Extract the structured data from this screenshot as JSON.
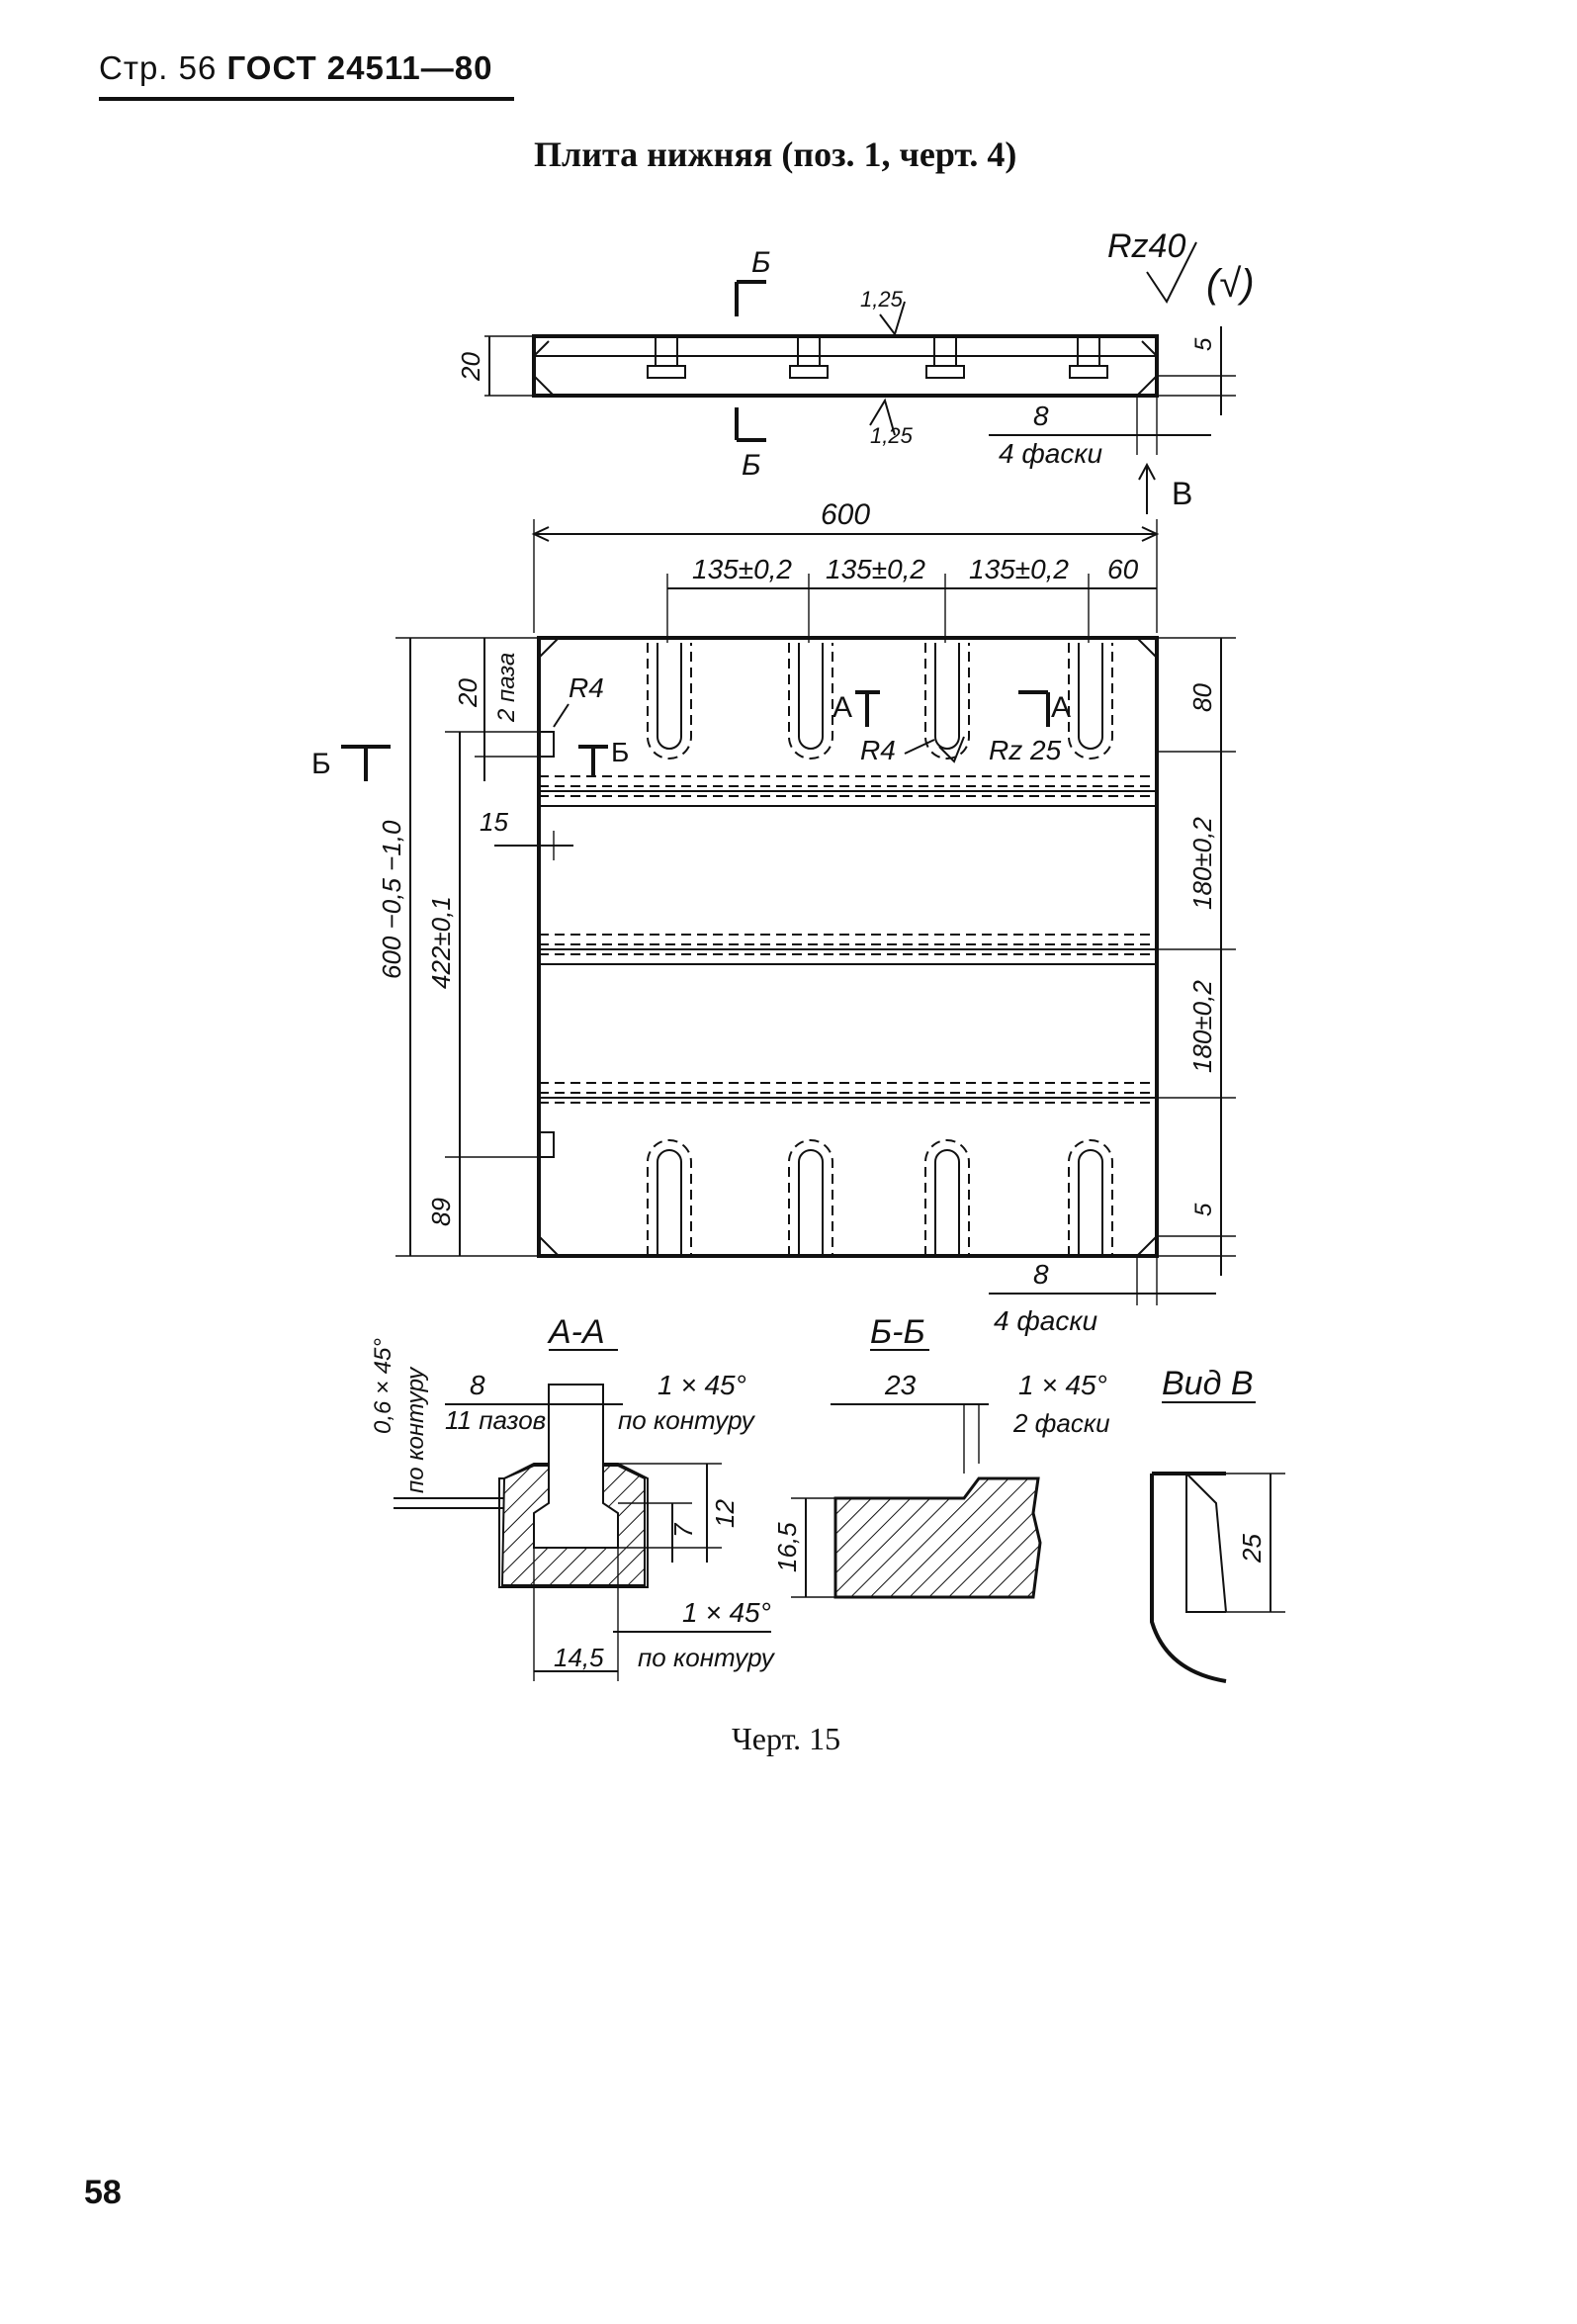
{
  "header": {
    "page_label": "Стр. 56",
    "standard": "ГОСТ 24511—80"
  },
  "title": "Плита нижняя (поз. 1, черт. 4)",
  "drawing": {
    "roughness": {
      "main": "Rz40",
      "bracket": "(√)",
      "surface": "1,25"
    },
    "top_view": {
      "height": "20",
      "chamfer_height": "5",
      "chamfer_width": "8",
      "chamfer_note": "4 фаски",
      "section_mark": "Б",
      "view_mark": "В"
    },
    "plan_view": {
      "overall_width": "600",
      "slot_pitch_1": "135±0,2",
      "slot_pitch_2": "135±0,2",
      "slot_pitch_3": "135±0,2",
      "edge_offset": "60",
      "right_top": "80",
      "right_mid_1": "180±0,2",
      "right_mid_2": "180±0,2",
      "right_bottom": "5",
      "left_height": "600 −0,5 −1,0",
      "left_inner": "422±0,1",
      "left_bottom": "89",
      "left_slot_width": "20",
      "left_slot_note": "2 паза",
      "left_offset": "15",
      "radius_1": "R4",
      "radius_2": "R4",
      "slot_roughness": "Rz 25",
      "section_a": "А",
      "section_b": "Б",
      "bottom_chamfer_width": "8",
      "bottom_chamfer_note": "4 фаски"
    },
    "section_aa": {
      "label": "А-А",
      "chamfer_left": "0,6 × 45°",
      "chamfer_left_note": "по контуру",
      "slot_width": "8",
      "slot_note": "11 пазов",
      "chamfer_top": "1 × 45°",
      "chamfer_top_note": "по контуру",
      "depth_inner": "7",
      "depth_outer": "12",
      "chamfer_bottom": "1 × 45°",
      "chamfer_bottom_note": "по контуру",
      "bottom_width": "14,5"
    },
    "section_bb": {
      "label": "Б-Б",
      "width": "23",
      "chamfer": "1 × 45°",
      "chamfer_note": "2 фаски",
      "height": "16,5"
    },
    "view_b": {
      "label": "Вид В",
      "height": "25"
    }
  },
  "caption": "Черт. 15",
  "page_number": "58"
}
